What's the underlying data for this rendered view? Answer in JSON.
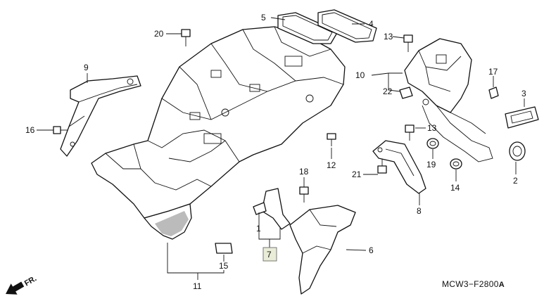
{
  "parts": [
    {
      "id": "p1",
      "label": "1"
    },
    {
      "id": "p2",
      "label": "2"
    },
    {
      "id": "p3",
      "label": "3"
    },
    {
      "id": "p4",
      "label": "4"
    },
    {
      "id": "p5",
      "label": "5"
    },
    {
      "id": "p6",
      "label": "6"
    },
    {
      "id": "p7",
      "label": "7",
      "boxed": true
    },
    {
      "id": "p8",
      "label": "8"
    },
    {
      "id": "p9",
      "label": "9"
    },
    {
      "id": "p10",
      "label": "10"
    },
    {
      "id": "p11",
      "label": "11"
    },
    {
      "id": "p12",
      "label": "12"
    },
    {
      "id": "p13a",
      "label": "13"
    },
    {
      "id": "p13b",
      "label": "13"
    },
    {
      "id": "p14",
      "label": "14"
    },
    {
      "id": "p15",
      "label": "15"
    },
    {
      "id": "p16",
      "label": "16"
    },
    {
      "id": "p17",
      "label": "17"
    },
    {
      "id": "p18",
      "label": "18"
    },
    {
      "id": "p19",
      "label": "19"
    },
    {
      "id": "p20",
      "label": "20"
    },
    {
      "id": "p21",
      "label": "21"
    },
    {
      "id": "p22",
      "label": "22"
    }
  ],
  "front_arrow_label": "FR.",
  "diagram_code": "MCW3−F2800",
  "diagram_code_suffix": "A",
  "icons": {
    "front_arrow": "direction-arrow-icon"
  }
}
